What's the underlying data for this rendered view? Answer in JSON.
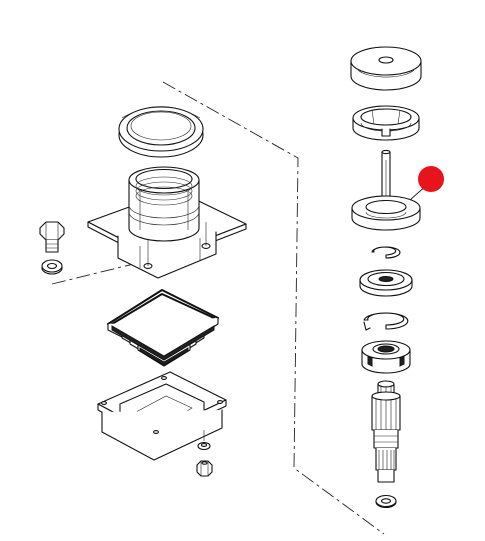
{
  "diagram": {
    "type": "exploded-parts-view",
    "callout_marker_color": "#e8141c",
    "line_color": "#111111",
    "background_color": "#ffffff",
    "parts": [
      "flange-seal-ring",
      "guide-bushing",
      "mounting-plate",
      "hex-bolt",
      "washer",
      "rubber-bellows-boot",
      "dust-cover-plate",
      "small-washer",
      "hex-nut",
      "top-cap",
      "bearing-cup",
      "thrust-washer",
      "snap-ring-small",
      "seal-washer",
      "snap-ring-large",
      "ball-bearing",
      "splined-shaft",
      "shaft-washer"
    ],
    "highlighted_part": "thrust-washer"
  }
}
